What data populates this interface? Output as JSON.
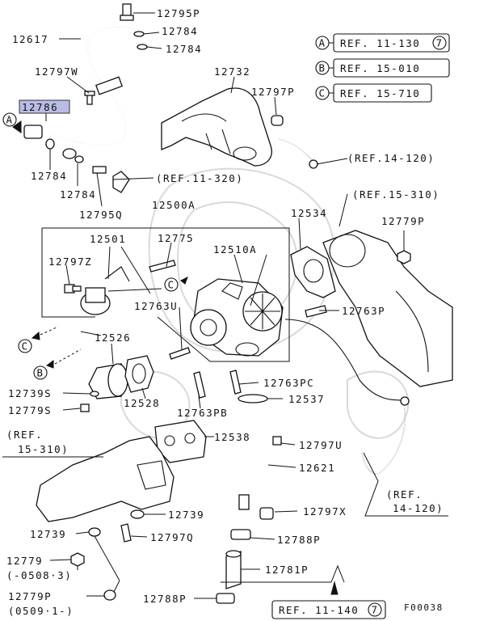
{
  "diagram_id": "F00038",
  "highlighted_part": "12786",
  "accent_color": "#b9bde4",
  "ref_boxes": [
    {
      "marker": "A",
      "text": "REF. 11-130",
      "sheet": "7"
    },
    {
      "marker": "B",
      "text": "REF. 15-010",
      "sheet": ""
    },
    {
      "marker": "C",
      "text": "REF. 15-710",
      "sheet": ""
    }
  ],
  "inline_refs": {
    "r14_120_top": "(REF.14-120)",
    "r15_310_top": "(REF.15-310)",
    "r11_320": "(REF.11-320)",
    "r15_310_left_1": "(REF.",
    "r15_310_left_2": "15-310)",
    "r14_120_bottom_1": "(REF.",
    "r14_120_bottom_2": "14-120)",
    "r11_140": "REF. 11-140",
    "r11_140_sheet": "7"
  },
  "markers": {
    "A": "A",
    "B": "B",
    "C": "C"
  },
  "parts": {
    "p12795P": "12795P",
    "p12784a": "12784",
    "p12784b": "12784",
    "p12617": "12617",
    "p12797W": "12797W",
    "p12786": "12786",
    "p12784c": "12784",
    "p12784d": "12784",
    "p12795Q": "12795Q",
    "p12732": "12732",
    "p12797P": "12797P",
    "p12500A": "12500A",
    "p12534": "12534",
    "p12779P": "12779P",
    "p12501": "12501",
    "p12775": "12775",
    "p12510A": "12510A",
    "p12797Z": "12797Z",
    "p12763U": "12763U",
    "p12763P": "12763P",
    "p12526": "12526",
    "p12763PC": "12763PC",
    "p12739S": "12739S",
    "p12537": "12537",
    "p12779S": "12779S",
    "p12528": "12528",
    "p12763PB": "12763PB",
    "p12538": "12538",
    "p12797U": "12797U",
    "p12621": "12621",
    "p12739a": "12739",
    "p12797X": "12797X",
    "p12739b": "12739",
    "p12797Q": "12797Q",
    "p12788Pa": "12788P",
    "p12779": "12779",
    "p0508": "(-0508·3)",
    "p12781P": "12781P",
    "p12779P2": "12779P",
    "p0509": "(0509·1-)",
    "p12788Pb": "12788P"
  }
}
